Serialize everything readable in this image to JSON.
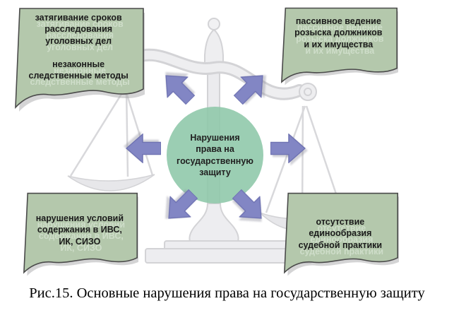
{
  "figure": {
    "caption": "Рис.15. Основные нарушения права на государственную защиту",
    "watermark_icon": "scales-of-justice",
    "center_circle": {
      "full_text": "Нарушения права на государственную защиту",
      "lines": [
        "Нарушения",
        "права на",
        "государственную",
        "защиту"
      ]
    },
    "boxes": {
      "top_left": {
        "lines": [
          "затягивание сроков",
          "расследования",
          "уголовных дел",
          "",
          "незаконные",
          "следственные методы"
        ]
      },
      "top_right": {
        "lines": [
          "пассивное ведение",
          "розыска должников",
          "и их имущества"
        ]
      },
      "bottom_left": {
        "lines": [
          "нарушения условий",
          "содержания в ИВС,",
          "ИК, СИЗО"
        ]
      },
      "bottom_right": {
        "lines": [
          "отсутствие",
          "единообразия",
          "судебной практики"
        ]
      }
    },
    "arrows": [
      "up-left",
      "up-right",
      "left",
      "right",
      "down-left",
      "down-right"
    ],
    "colors": {
      "box_fill": "#b4c8ac",
      "box_border": "#4a4a4a",
      "circle_fill": "#8cc7a8",
      "arrow_fill": "#8286c4",
      "arrow_border": "#6f73b2",
      "scale_fill": "#ededf0",
      "scale_outline": "#d3d3d6",
      "text": "#1b1b1b"
    }
  }
}
